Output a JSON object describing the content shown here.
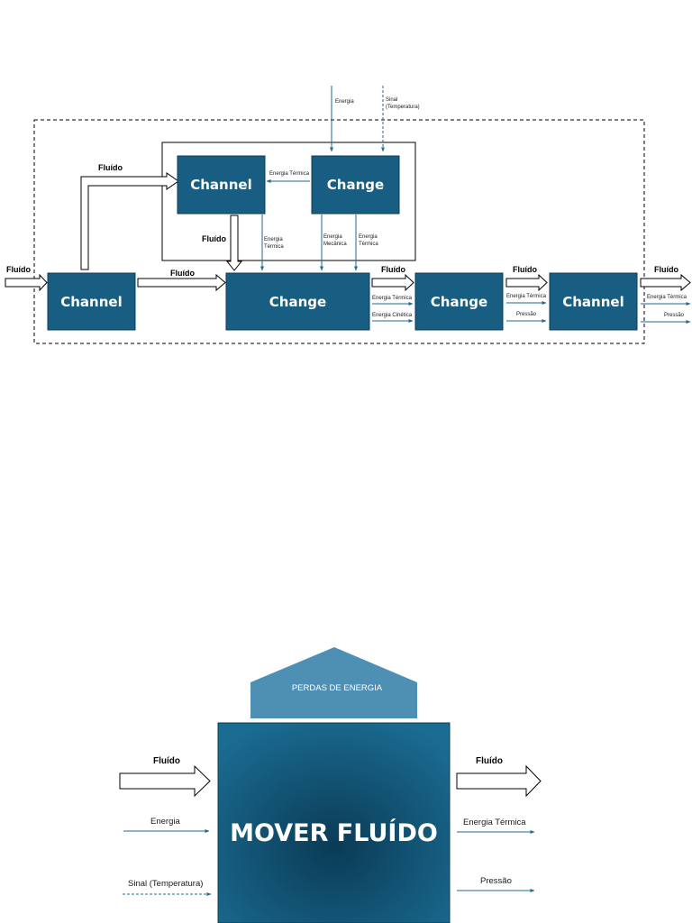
{
  "colors": {
    "box_fill": "#175E82",
    "box_stroke": "#0E3E57",
    "arrow_line": "#1F6A8E",
    "mover_center": "#0A3B55",
    "mover_edge": "#1B6C93",
    "perdas_fill": "#4E8FB4"
  },
  "top": {
    "inputs": {
      "energia": "Energia",
      "sinal_line1": "Sinal",
      "sinal_line2": "(Temperatura)"
    },
    "boxes": {
      "inner_channel": "Channel",
      "inner_change": "Change",
      "left_channel": "Channel",
      "main_change": "Change",
      "mid_change": "Change",
      "right_channel": "Channel"
    },
    "labels": {
      "energia_termica_inner": "Energia Térmica",
      "fluido_upper": "Fluído",
      "fluido_inner_down": "Fluído",
      "fluido_input": "Fluído",
      "fluido_between": "Fluído",
      "fluido_out1": "Fluído",
      "fluido_out2": "Fluído",
      "fluido_out3": "Fluído",
      "et_down_l1": "Energia",
      "et_down_l2": "Térmica",
      "em_down_l1": "Energia",
      "em_down_l2": "Mecânica",
      "et2_down_l1": "Energia",
      "et2_down_l2": "Térmica",
      "et_out1": "Energia Térmica",
      "ec_out1": "Energia Cinética",
      "et_out2": "Energia Térmica",
      "pressao_out2": "Pressão",
      "et_out3": "Energia Térmica",
      "pressao_out3": "Pressão"
    }
  },
  "bottom": {
    "perdas": "PERDAS DE ENERGIA",
    "mover": "MOVER FLUÍDO",
    "fluido_in": "Fluído",
    "energia_in": "Energia",
    "sinal_in": "Sinal (Temperatura)",
    "fluido_out": "Fluído",
    "energia_termica_out": "Energia Térmica",
    "pressao_out": "Pressão"
  }
}
